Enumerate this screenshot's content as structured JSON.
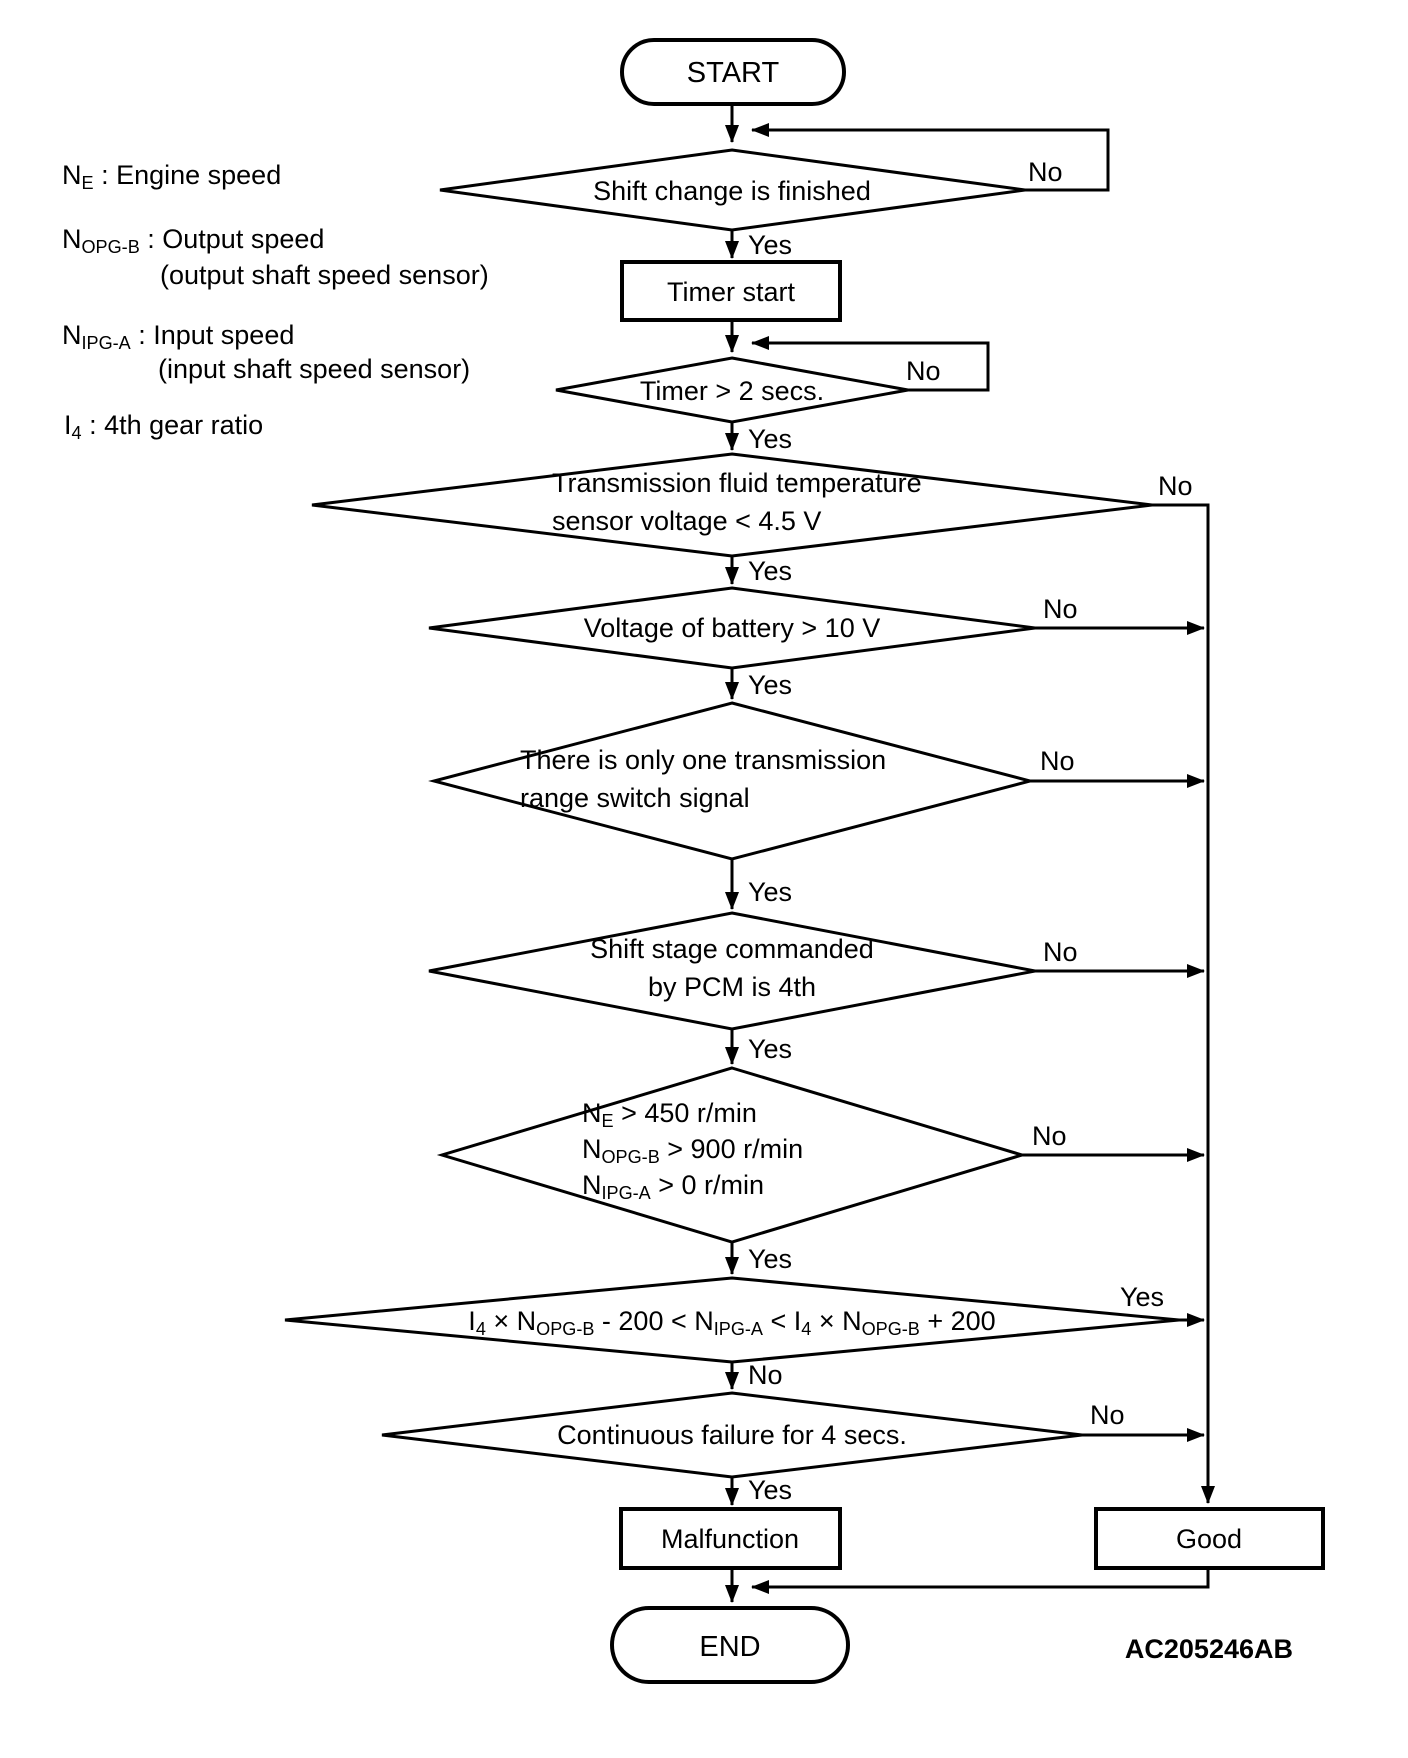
{
  "page": {
    "background": "#ffffff",
    "ink": "#000000"
  },
  "legend": {
    "items": {
      "engine_speed": {
        "parts": [
          {
            "t": "N"
          },
          {
            "t": "E",
            "sub": true
          },
          {
            "t": " : Engine speed"
          }
        ]
      },
      "output_speed": {
        "parts": [
          {
            "t": "N"
          },
          {
            "t": "OPG-B",
            "sub": true
          },
          {
            "t": " : Output speed"
          }
        ]
      },
      "output_speed_note": {
        "parts": [
          {
            "t": "(output shaft speed sensor)"
          }
        ]
      },
      "input_speed": {
        "parts": [
          {
            "t": "N"
          },
          {
            "t": "IPG-A",
            "sub": true
          },
          {
            "t": " : Input speed"
          }
        ]
      },
      "input_speed_note": {
        "parts": [
          {
            "t": "(input shaft speed sensor)"
          }
        ]
      },
      "gear_ratio": {
        "parts": [
          {
            "t": "I"
          },
          {
            "t": "4",
            "sub": true
          },
          {
            "t": " : 4th gear ratio"
          }
        ]
      }
    }
  },
  "flow": {
    "start": "START",
    "end": "END",
    "timer_box": "Timer start",
    "malfunction_box": "Malfunction",
    "good_box": "Good",
    "d1_shift_change": "Shift change is finished",
    "d2_timer": "Timer > 2 secs.",
    "d3_fluid_temp": {
      "line1": "Transmission fluid temperature",
      "line2": "sensor voltage < 4.5 V"
    },
    "d4_battery": "Voltage of battery > 10 V",
    "d5_range_switch": {
      "line1": "There is only one transmission",
      "line2": "range switch signal"
    },
    "d6_shift_stage": {
      "line1": "Shift stage commanded",
      "line2": "by PCM is 4th"
    },
    "d7_speeds": {
      "line1_parts": [
        {
          "t": "N"
        },
        {
          "t": "E",
          "sub": true
        },
        {
          "t": " > 450 r/min"
        }
      ],
      "line2_parts": [
        {
          "t": "N"
        },
        {
          "t": "OPG-B",
          "sub": true
        },
        {
          "t": " > 900 r/min"
        }
      ],
      "line3_parts": [
        {
          "t": "N"
        },
        {
          "t": "IPG-A",
          "sub": true
        },
        {
          "t": " > 0 r/min"
        }
      ]
    },
    "d8_ratio_check": {
      "parts": [
        {
          "t": "I"
        },
        {
          "t": "4",
          "sub": true
        },
        {
          "t": " × N"
        },
        {
          "t": "OPG-B",
          "sub": true
        },
        {
          "t": " - 200 < N"
        },
        {
          "t": "IPG-A",
          "sub": true
        },
        {
          "t": " < I"
        },
        {
          "t": "4",
          "sub": true
        },
        {
          "t": " × N"
        },
        {
          "t": "OPG-B",
          "sub": true
        },
        {
          "t": " + 200"
        }
      ]
    },
    "d9_continuous_failure": "Continuous failure for 4 secs."
  },
  "labels": {
    "yes": "Yes",
    "no": "No"
  },
  "figure_code": "AC205246AB"
}
